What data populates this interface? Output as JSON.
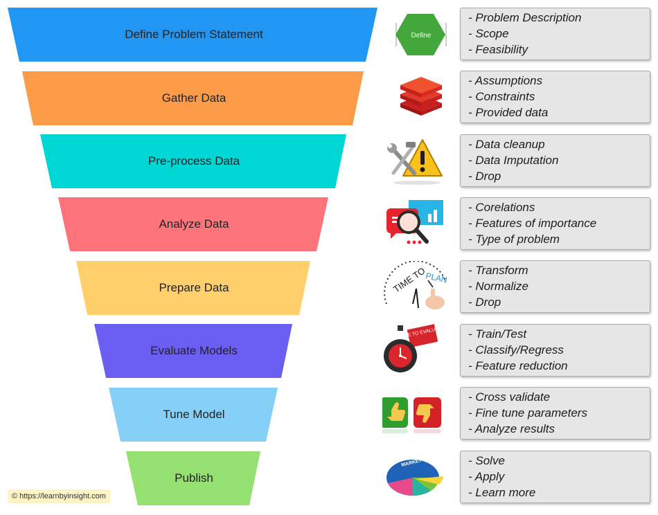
{
  "stages": [
    {
      "label": "Define Problem Statement",
      "color": "#2196f3",
      "icon": "define-hexagon-icon",
      "icon_text": "Define",
      "notes": [
        "- Problem Description",
        "- Scope",
        "- Feasibility"
      ]
    },
    {
      "label": "Gather Data",
      "color": "#fb9b48",
      "icon": "data-layers-icon",
      "notes": [
        "- Assumptions",
        "- Constraints",
        "- Provided data"
      ]
    },
    {
      "label": "Pre-process Data",
      "color": "#00d6d4",
      "icon": "tools-warning-icon",
      "notes": [
        "- Data cleanup",
        "- Data Imputation",
        "- Drop"
      ]
    },
    {
      "label": "Analyze Data",
      "color": "#ff737b",
      "icon": "magnifier-chart-icon",
      "notes": [
        "- Corelations",
        "- Features of importance",
        "- Type of problem"
      ]
    },
    {
      "label": "Prepare Data",
      "color": "#ffcf6b",
      "icon": "time-to-plan-icon",
      "icon_text": "TIME TO PLAN",
      "notes": [
        "- Transform",
        "- Normalize",
        "- Drop"
      ]
    },
    {
      "label": "Evaluate Models",
      "color": "#6a5ff2",
      "icon": "stopwatch-evaluate-icon",
      "icon_text": "TIME TO EVALUATE",
      "notes": [
        "- Train/Test",
        "- Classify/Regress",
        "- Feature reduction"
      ]
    },
    {
      "label": "Tune Model",
      "color": "#86d0f7",
      "icon": "thumbs-up-down-icon",
      "notes": [
        "- Cross validate",
        "- Fine tune parameters",
        "- Analyze results"
      ]
    },
    {
      "label": "Publish",
      "color": "#94e070",
      "icon": "market-share-pie-icon",
      "icon_text": "MARKET SHARE",
      "notes": [
        "- Solve",
        "- Apply",
        "- Learn more"
      ]
    }
  ],
  "credit": "© https://learnbyinsight.com"
}
